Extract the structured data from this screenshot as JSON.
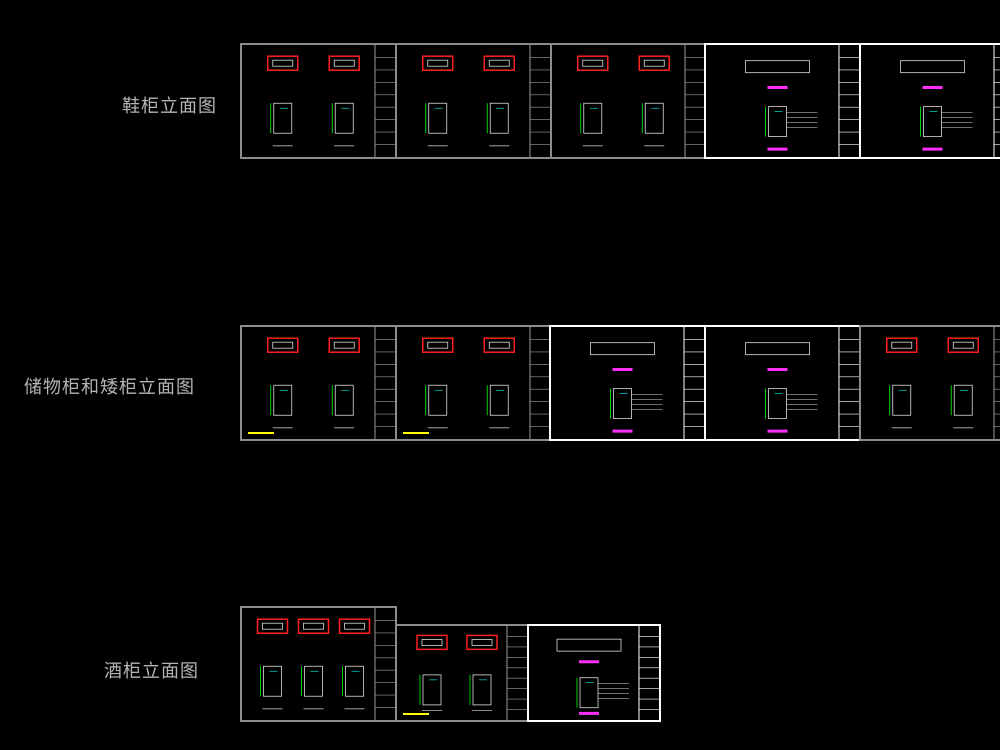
{
  "rows": [
    {
      "label": "鞋柜立面图"
    },
    {
      "label": "储物柜和矮柜立面图"
    },
    {
      "label": "酒柜立面图"
    }
  ],
  "colors": {
    "background": "#000000",
    "label": "#b4b4b4",
    "frame_gray": "#8c8c8c",
    "frame_white": "#ffffff",
    "red": "#ff2020",
    "magenta": "#ff30ff",
    "yellow": "#ffff00",
    "green": "#00ff00",
    "cyan": "#00ffff"
  }
}
